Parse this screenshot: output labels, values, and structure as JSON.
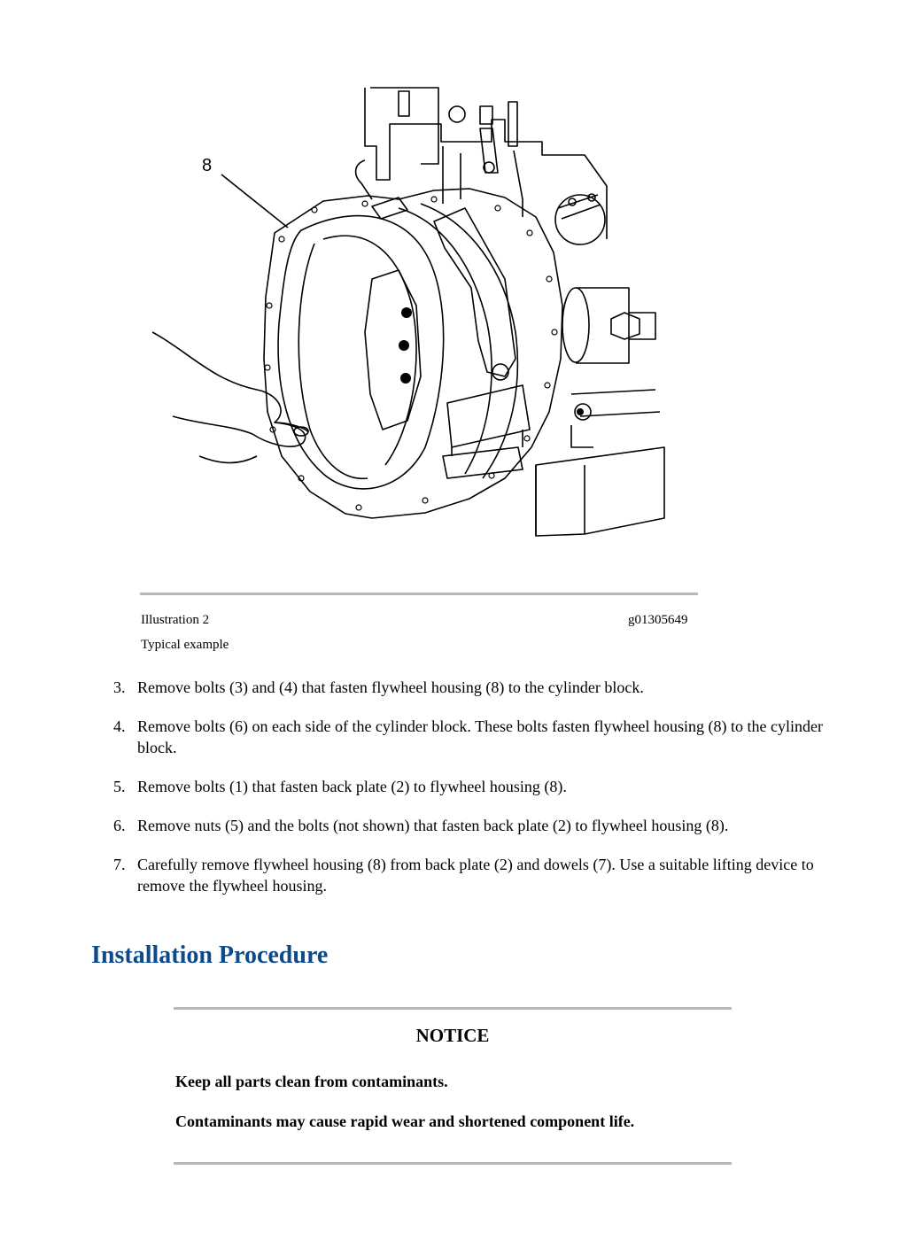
{
  "illustration": {
    "callout": "8",
    "caption_label": "Illustration 2",
    "caption_id": "g01305649",
    "caption_note": "Typical example"
  },
  "steps": [
    {
      "num": "3.",
      "text": "Remove bolts (3) and (4) that fasten flywheel housing (8) to the cylinder block."
    },
    {
      "num": "4.",
      "text": "Remove bolts (6) on each side of the cylinder block. These bolts fasten flywheel housing (8) to the cylinder block."
    },
    {
      "num": "5.",
      "text": "Remove bolts (1) that fasten back plate (2) to flywheel housing (8)."
    },
    {
      "num": "6.",
      "text": "Remove nuts (5) and the bolts (not shown) that fasten back plate (2) to flywheel housing (8)."
    },
    {
      "num": "7.",
      "text": "Carefully remove flywheel housing (8) from back plate (2) and dowels (7). Use a suitable lifting device to remove the flywheel housing."
    }
  ],
  "section": {
    "heading": "Installation Procedure"
  },
  "notice": {
    "title": "NOTICE",
    "line1": "Keep all parts clean from contaminants.",
    "line2": "Contaminants may cause rapid wear and shortened component life."
  },
  "colors": {
    "heading": "#0d4a8b",
    "rule": "#b9b9b9"
  }
}
